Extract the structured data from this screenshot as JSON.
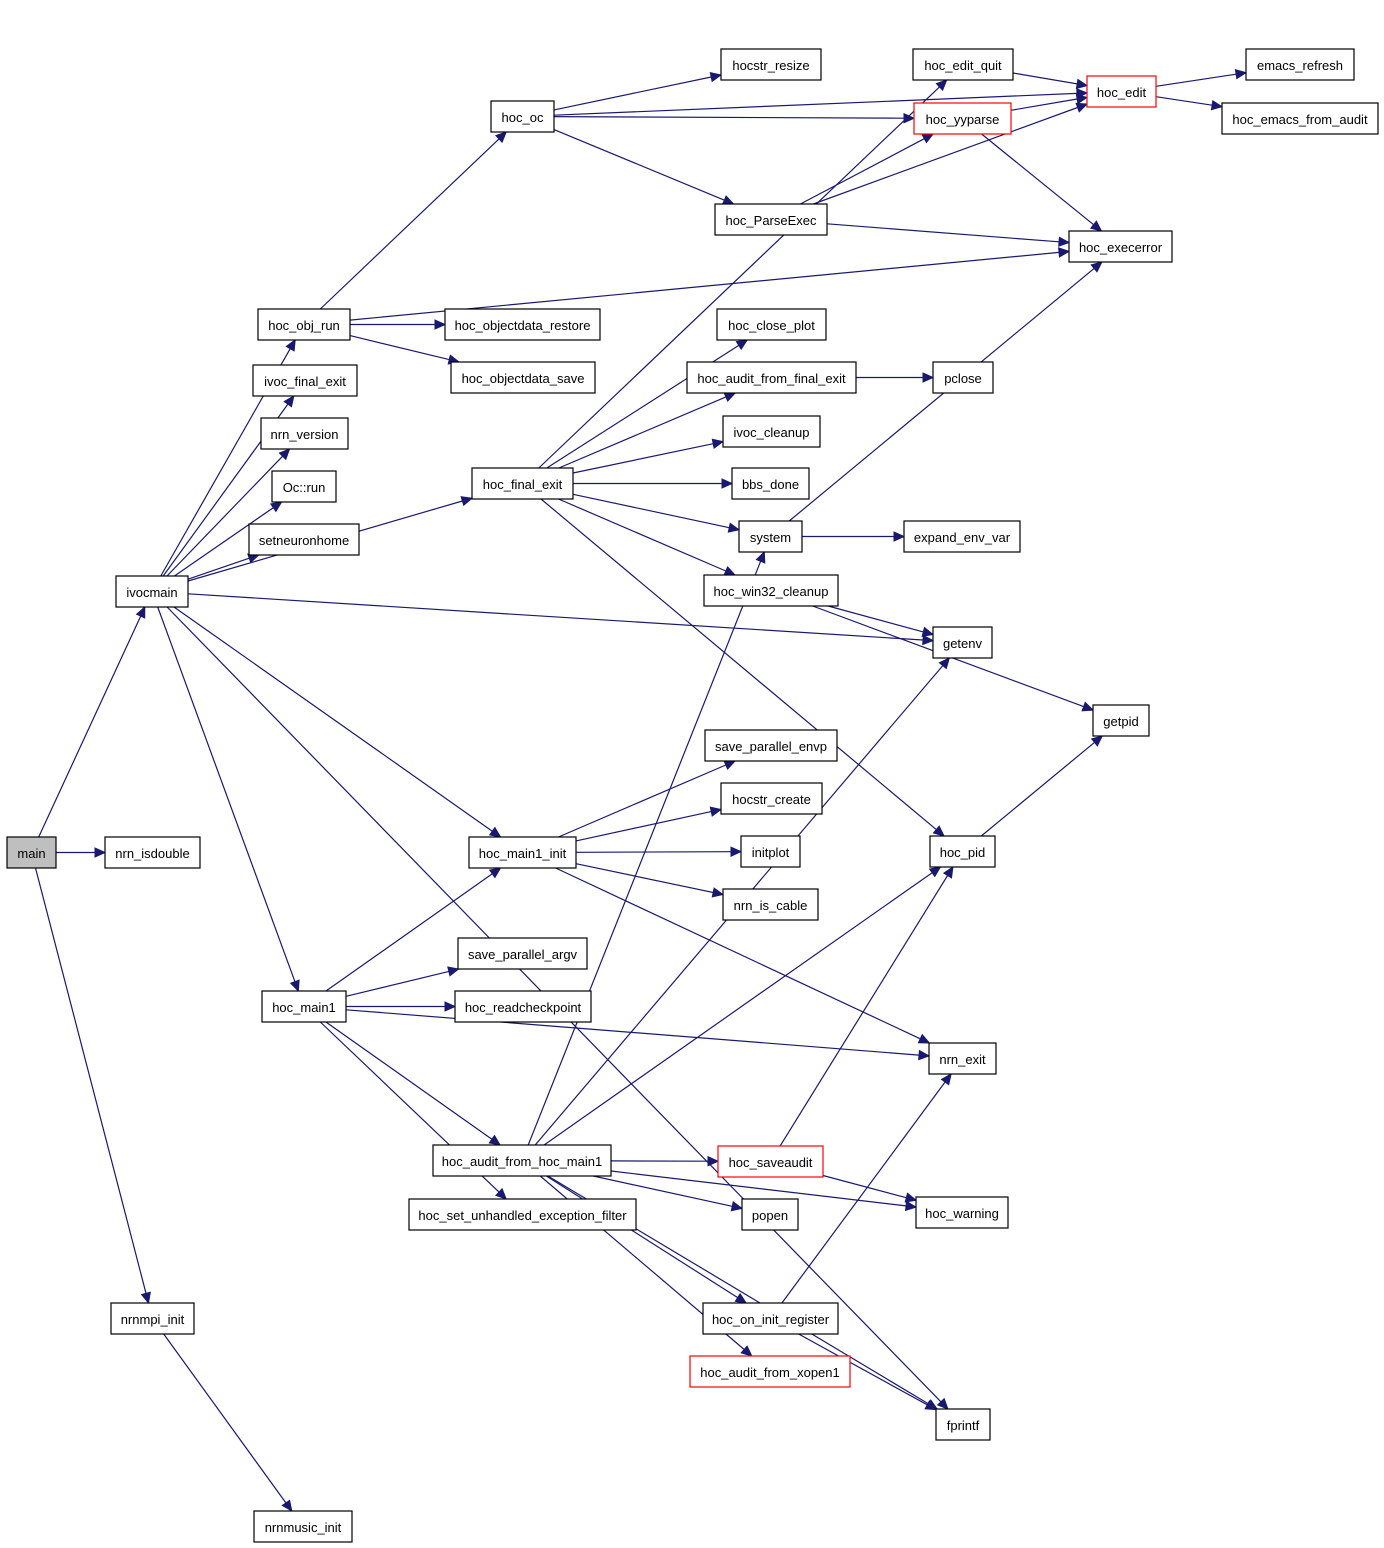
{
  "graph": {
    "colors": {
      "edge": "#191970",
      "root_fill": "#bfbfbf",
      "truncated_border": "#ff0000",
      "node_border": "#000000"
    },
    "nodes": [
      {
        "id": "main",
        "label": "main",
        "root": true
      },
      {
        "id": "ivocmain",
        "label": "ivocmain"
      },
      {
        "id": "nrn_isdouble",
        "label": "nrn_isdouble"
      },
      {
        "id": "nrnmpi_init",
        "label": "nrnmpi_init"
      },
      {
        "id": "nrnmusic_init",
        "label": "nrnmusic_init"
      },
      {
        "id": "hoc_obj_run",
        "label": "hoc_obj_run"
      },
      {
        "id": "ivoc_final_exit",
        "label": "ivoc_final_exit"
      },
      {
        "id": "nrn_version",
        "label": "nrn_version"
      },
      {
        "id": "oc_run",
        "label": "Oc::run"
      },
      {
        "id": "setneuronhome",
        "label": "setneuronhome"
      },
      {
        "id": "hoc_main1",
        "label": "hoc_main1"
      },
      {
        "id": "hoc_oc",
        "label": "hoc_oc"
      },
      {
        "id": "hoc_objectdata_restore",
        "label": "hoc_objectdata_restore"
      },
      {
        "id": "hoc_objectdata_save",
        "label": "hoc_objectdata_save"
      },
      {
        "id": "hoc_final_exit",
        "label": "hoc_final_exit"
      },
      {
        "id": "hoc_main1_init",
        "label": "hoc_main1_init"
      },
      {
        "id": "save_parallel_argv",
        "label": "save_parallel_argv"
      },
      {
        "id": "hoc_readcheckpoint",
        "label": "hoc_readcheckpoint"
      },
      {
        "id": "hoc_audit_from_hoc_main1",
        "label": "hoc_audit_from_hoc_main1"
      },
      {
        "id": "hoc_set_unhandled_exception_filter",
        "label": "hoc_set_unhandled_exception_filter"
      },
      {
        "id": "hocstr_resize",
        "label": "hocstr_resize"
      },
      {
        "id": "hoc_edit_quit",
        "label": "hoc_edit_quit"
      },
      {
        "id": "hoc_yyparse",
        "label": "hoc_yyparse",
        "truncated": true
      },
      {
        "id": "hoc_ParseExec",
        "label": "hoc_ParseExec"
      },
      {
        "id": "hoc_close_plot",
        "label": "hoc_close_plot"
      },
      {
        "id": "hoc_audit_from_final_exit",
        "label": "hoc_audit_from_final_exit"
      },
      {
        "id": "ivoc_cleanup",
        "label": "ivoc_cleanup"
      },
      {
        "id": "bbs_done",
        "label": "bbs_done"
      },
      {
        "id": "system",
        "label": "system"
      },
      {
        "id": "hoc_win32_cleanup",
        "label": "hoc_win32_cleanup"
      },
      {
        "id": "save_parallel_envp",
        "label": "save_parallel_envp"
      },
      {
        "id": "hocstr_create",
        "label": "hocstr_create"
      },
      {
        "id": "initplot",
        "label": "initplot"
      },
      {
        "id": "nrn_is_cable",
        "label": "nrn_is_cable"
      },
      {
        "id": "hoc_saveaudit",
        "label": "hoc_saveaudit",
        "truncated": true
      },
      {
        "id": "popen",
        "label": "popen"
      },
      {
        "id": "hoc_on_init_register",
        "label": "hoc_on_init_register"
      },
      {
        "id": "hoc_audit_from_xopen1",
        "label": "hoc_audit_from_xopen1",
        "truncated": true
      },
      {
        "id": "pclose",
        "label": "pclose"
      },
      {
        "id": "expand_env_var",
        "label": "expand_env_var"
      },
      {
        "id": "getenv",
        "label": "getenv"
      },
      {
        "id": "hoc_pid",
        "label": "hoc_pid"
      },
      {
        "id": "nrn_exit",
        "label": "nrn_exit"
      },
      {
        "id": "hoc_warning",
        "label": "hoc_warning"
      },
      {
        "id": "fprintf",
        "label": "fprintf"
      },
      {
        "id": "hoc_edit",
        "label": "hoc_edit",
        "truncated": true
      },
      {
        "id": "hoc_execerror",
        "label": "hoc_execerror"
      },
      {
        "id": "getpid",
        "label": "getpid"
      },
      {
        "id": "emacs_refresh",
        "label": "emacs_refresh"
      },
      {
        "id": "hoc_emacs_from_audit",
        "label": "hoc_emacs_from_audit"
      }
    ],
    "edges": [
      [
        "main",
        "ivocmain"
      ],
      [
        "main",
        "nrn_isdouble"
      ],
      [
        "main",
        "nrnmpi_init"
      ],
      [
        "nrnmpi_init",
        "nrnmusic_init"
      ],
      [
        "ivocmain",
        "hoc_obj_run"
      ],
      [
        "ivocmain",
        "ivoc_final_exit"
      ],
      [
        "ivocmain",
        "nrn_version"
      ],
      [
        "ivocmain",
        "oc_run"
      ],
      [
        "ivocmain",
        "setneuronhome"
      ],
      [
        "ivocmain",
        "hoc_final_exit"
      ],
      [
        "ivocmain",
        "getenv"
      ],
      [
        "ivocmain",
        "hoc_main1_init"
      ],
      [
        "ivocmain",
        "hoc_main1"
      ],
      [
        "ivocmain",
        "fprintf"
      ],
      [
        "hoc_obj_run",
        "hoc_oc"
      ],
      [
        "hoc_obj_run",
        "hoc_objectdata_restore"
      ],
      [
        "hoc_obj_run",
        "hoc_objectdata_save"
      ],
      [
        "hoc_obj_run",
        "hoc_execerror"
      ],
      [
        "hoc_oc",
        "hocstr_resize"
      ],
      [
        "hoc_oc",
        "hoc_yyparse"
      ],
      [
        "hoc_oc",
        "hoc_ParseExec"
      ],
      [
        "hoc_oc",
        "hoc_edit"
      ],
      [
        "hoc_ParseExec",
        "hoc_yyparse"
      ],
      [
        "hoc_ParseExec",
        "hoc_edit"
      ],
      [
        "hoc_ParseExec",
        "hoc_execerror"
      ],
      [
        "hoc_yyparse",
        "hoc_edit"
      ],
      [
        "hoc_yyparse",
        "hoc_execerror"
      ],
      [
        "hoc_edit_quit",
        "hoc_edit"
      ],
      [
        "hoc_edit",
        "emacs_refresh"
      ],
      [
        "hoc_edit",
        "hoc_emacs_from_audit"
      ],
      [
        "hoc_final_exit",
        "hoc_edit_quit"
      ],
      [
        "hoc_final_exit",
        "hoc_close_plot"
      ],
      [
        "hoc_final_exit",
        "hoc_audit_from_final_exit"
      ],
      [
        "hoc_final_exit",
        "ivoc_cleanup"
      ],
      [
        "hoc_final_exit",
        "bbs_done"
      ],
      [
        "hoc_final_exit",
        "system"
      ],
      [
        "hoc_final_exit",
        "hoc_win32_cleanup"
      ],
      [
        "hoc_final_exit",
        "hoc_pid"
      ],
      [
        "hoc_audit_from_final_exit",
        "pclose"
      ],
      [
        "system",
        "expand_env_var"
      ],
      [
        "system",
        "hoc_execerror"
      ],
      [
        "hoc_win32_cleanup",
        "getenv"
      ],
      [
        "hoc_win32_cleanup",
        "getpid"
      ],
      [
        "hoc_pid",
        "getpid"
      ],
      [
        "hoc_main1_init",
        "save_parallel_envp"
      ],
      [
        "hoc_main1_init",
        "hocstr_create"
      ],
      [
        "hoc_main1_init",
        "initplot"
      ],
      [
        "hoc_main1_init",
        "nrn_is_cable"
      ],
      [
        "hoc_main1_init",
        "nrn_exit"
      ],
      [
        "hoc_main1",
        "hoc_main1_init"
      ],
      [
        "hoc_main1",
        "save_parallel_argv"
      ],
      [
        "hoc_main1",
        "hoc_readcheckpoint"
      ],
      [
        "hoc_main1",
        "nrn_exit"
      ],
      [
        "hoc_main1",
        "hoc_audit_from_hoc_main1"
      ],
      [
        "hoc_main1",
        "hoc_set_unhandled_exception_filter"
      ],
      [
        "hoc_audit_from_hoc_main1",
        "system"
      ],
      [
        "hoc_audit_from_hoc_main1",
        "getenv"
      ],
      [
        "hoc_audit_from_hoc_main1",
        "hoc_pid"
      ],
      [
        "hoc_audit_from_hoc_main1",
        "hoc_saveaudit"
      ],
      [
        "hoc_audit_from_hoc_main1",
        "popen"
      ],
      [
        "hoc_audit_from_hoc_main1",
        "hoc_warning"
      ],
      [
        "hoc_audit_from_hoc_main1",
        "hoc_on_init_register"
      ],
      [
        "hoc_audit_from_hoc_main1",
        "hoc_audit_from_xopen1"
      ],
      [
        "hoc_audit_from_hoc_main1",
        "fprintf"
      ],
      [
        "hoc_saveaudit",
        "hoc_pid"
      ],
      [
        "hoc_saveaudit",
        "hoc_warning"
      ],
      [
        "hoc_on_init_register",
        "nrn_exit"
      ],
      [
        "hoc_on_init_register",
        "fprintf"
      ]
    ]
  }
}
